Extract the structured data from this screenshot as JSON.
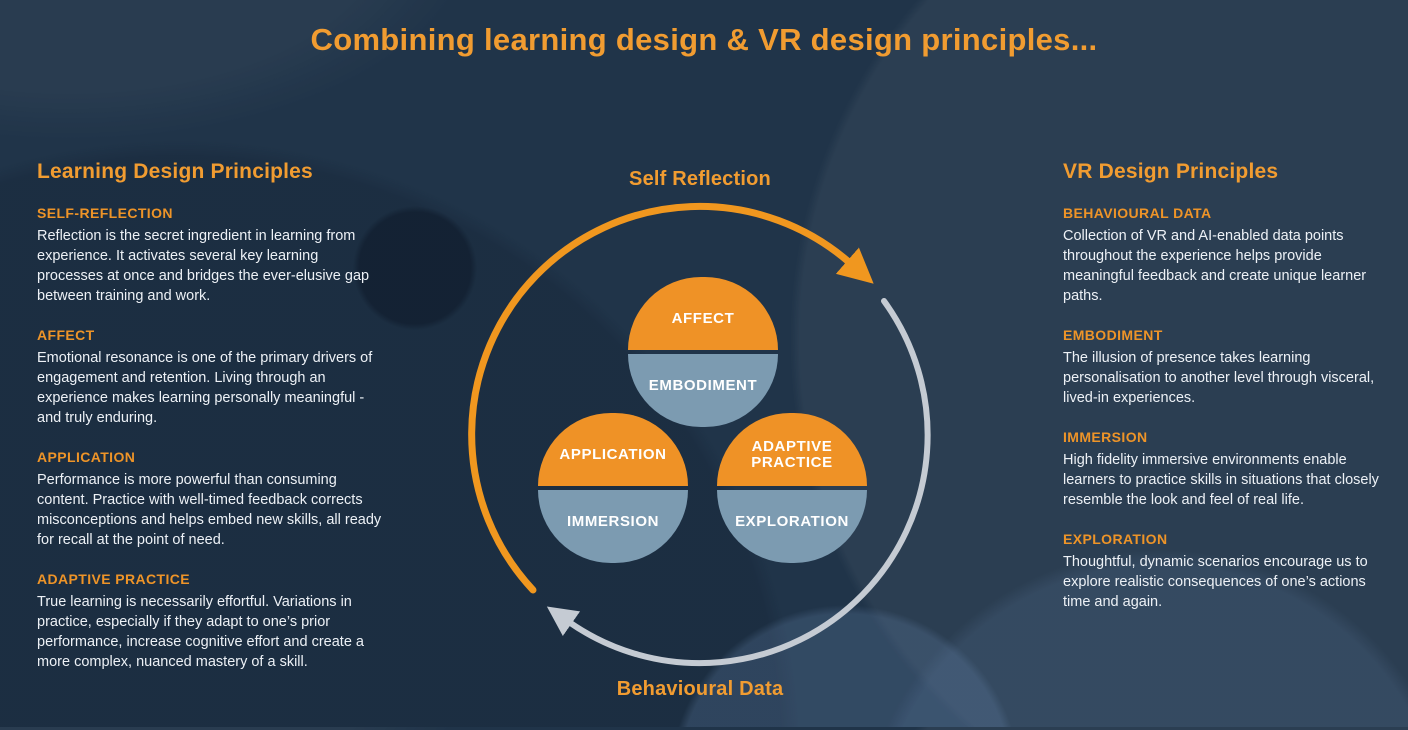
{
  "title": "Combining learning design & VR design principles...",
  "colors": {
    "background": "#203449",
    "accent_orange": "#F19C31",
    "circle_orange": "#EF9226",
    "circle_blue": "#7C9BB1",
    "arc_orange": "#F0971F",
    "arc_gray": "#C5CBD3",
    "body_text": "#EDF1F6"
  },
  "left_column": {
    "heading": "Learning Design Principles",
    "sections": [
      {
        "heading": "SELF-REFLECTION",
        "body": "Reflection is the secret ingredient in learning from experience. It activates several key learning processes at once and bridges the ever-elusive gap between training and work."
      },
      {
        "heading": "AFFECT",
        "body": "Emotional resonance is one of the primary drivers of engagement and retention. Living through an experience makes learning personally meaningful - and truly enduring."
      },
      {
        "heading": "APPLICATION",
        "body": "Performance is more powerful than consuming content. Practice with well-timed feedback corrects misconceptions and helps embed new skills, all ready for recall at the point of need."
      },
      {
        "heading": "ADAPTIVE PRACTICE",
        "body": "True learning is necessarily effortful. Variations in practice, especially if they adapt to one’s prior performance, increase cognitive effort and create a more complex, nuanced mastery of a skill."
      }
    ]
  },
  "right_column": {
    "heading": "VR Design Principles",
    "sections": [
      {
        "heading": "BEHAVIOURAL DATA",
        "body": "Collection of VR and AI-enabled data points throughout the experience helps provide meaningful feedback and create unique learner paths."
      },
      {
        "heading": "EMBODIMENT",
        "body": "The illusion of presence takes learning personalisation to another level through visceral, lived-in experiences."
      },
      {
        "heading": "IMMERSION",
        "body": "High fidelity immersive environments enable learners to practice skills in situations that closely resemble the look and feel of real life."
      },
      {
        "heading": "EXPLORATION",
        "body": "Thoughtful, dynamic scenarios encourage us to explore realistic consequences of one’s actions time and again."
      }
    ]
  },
  "diagram": {
    "top_label": "Self Reflection",
    "bottom_label": "Behavioural Data",
    "circles": [
      {
        "top": "AFFECT",
        "bottom": "EMBODIMENT"
      },
      {
        "top": "APPLICATION",
        "bottom": "IMMERSION"
      },
      {
        "top": "ADAPTIVE PRACTICE",
        "bottom": "EXPLORATION"
      }
    ]
  }
}
